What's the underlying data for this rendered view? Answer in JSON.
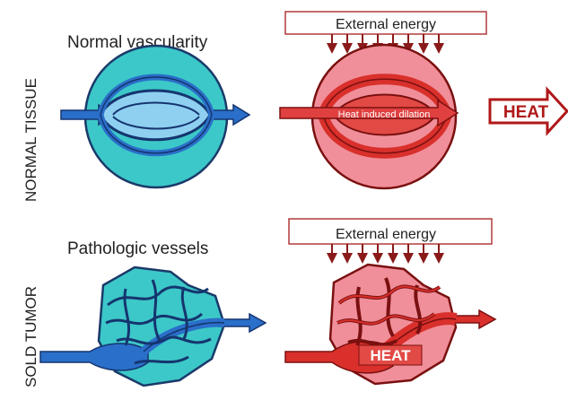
{
  "rows": {
    "normal_tissue": "NORMAL TISSUE",
    "solid_tumor": "SOLD TUMOR"
  },
  "panels": {
    "normal": {
      "title": "Normal vascularity",
      "energy_label": "External energy",
      "dilation_label": "Heat induced dilation",
      "heat_label": "HEAT"
    },
    "tumor": {
      "title": "Pathologic vessels",
      "energy_label": "External energy",
      "heat_label": "HEAT"
    }
  },
  "colors": {
    "tissue_cyan": "#3cc8c8",
    "vessel_blue": "#2a6fc9",
    "vessel_dark": "#15356f",
    "tissue_pink": "#f08f9a",
    "vessel_red": "#d9302c",
    "vessel_darkred": "#7a1010",
    "arrow_red": "#c0202a"
  }
}
